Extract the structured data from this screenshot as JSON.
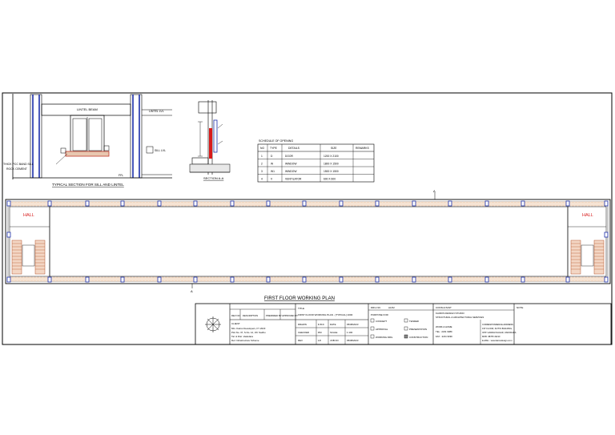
{
  "section_detail": {
    "title": "TYPICAL SECTION FOR SILL AND LINTEL",
    "lintel_label": "LINTEL BEAM",
    "sill_note_1": "THICK PCC BAND SILL",
    "sill_note_2": "ROCK CEMENT",
    "level_top": "LINTEL LVL",
    "level_mid": "SILL LVL",
    "level_bottom": "FFL"
  },
  "wall_section": {
    "title": "SECTION A-A"
  },
  "schedule": {
    "title": "SCHEDULE OF OPENING",
    "headers": [
      "NO",
      "TYPE",
      "DETAILS",
      "SIZE",
      "REMARKS"
    ],
    "rows": [
      [
        "1",
        "D",
        "DOOR",
        "1200 X 2100",
        ""
      ],
      [
        "2",
        "W",
        "WINDOW",
        "1800 X 1500",
        ""
      ],
      [
        "3",
        "W1",
        "WINDOW",
        "1500 X 1500",
        ""
      ],
      [
        "4",
        "V",
        "VENTILATOR",
        "600 X 600",
        ""
      ]
    ]
  },
  "plan": {
    "title": "FIRST FLOOR WORKING PLAN",
    "left_room": "HALL",
    "right_room": "HALL",
    "marker_top": "A",
    "marker_bottom": "A"
  },
  "title_block": {
    "rev_headers": [
      "REV NO",
      "DESCRIPTION",
      "PREPARED BY",
      "APPROVED BY"
    ],
    "client_label": "CLIENT",
    "client_lines": [
      "M/s. Kairos Developers, FY 2023",
      "Plot No. 37, S.No. 12, Vill. Sadhu",
      "Tal. & Dist. Vadodara",
      "Ref. Infrastructure Scheme"
    ],
    "title_label": "TITLE",
    "title_text": "FIRST FLOOR WORKING PLAN - [TYPICAL] 1000",
    "drawn_label": "DRAWN",
    "drawn_value": "D.B.D",
    "date_label": "DATE",
    "date_value": "05/08/2023",
    "checked_label": "CHECKED",
    "checked_value": "DM",
    "scale_label": "SCALE",
    "scale_value": "1:100",
    "rev_label": "REV",
    "rev_value": "1/0",
    "job_label": "JOB NO",
    "job_value": "05/08/2023",
    "drawing_no_label": "DRG NO.",
    "drawing_no_value": "A1/02",
    "purpose_label": "PURPOSE FOR",
    "purpose_options": [
      "CONCEPT",
      "TENDER",
      "APPROVAL",
      "PRESENTATION",
      "WORKING DRG",
      "CONSTRUCTION"
    ],
    "purpose_checked": [
      false,
      false,
      false,
      false,
      false,
      true
    ],
    "consultant_label": "CONSULTANT",
    "consultant_name": "KAIROS DESIGN STUDIO",
    "consultant_lines": [
      "STRUCTURAL & ARCHITECTURAL SERVICES",
      "WORK & HOME",
      "TEL : 2231 9089",
      "FAX : 2231 9090"
    ],
    "contact_lines": [
      "CORRESPONDENCE ADDRESS",
      "1ST FLOOR, DUTTA BUILDING,",
      "OPP. GANDHI NAGAR, VADODARA",
      "MOB. 98765 43210",
      "E-MAIL : www.kairosdesign.co.in"
    ],
    "sheet_label": "NOTE"
  }
}
